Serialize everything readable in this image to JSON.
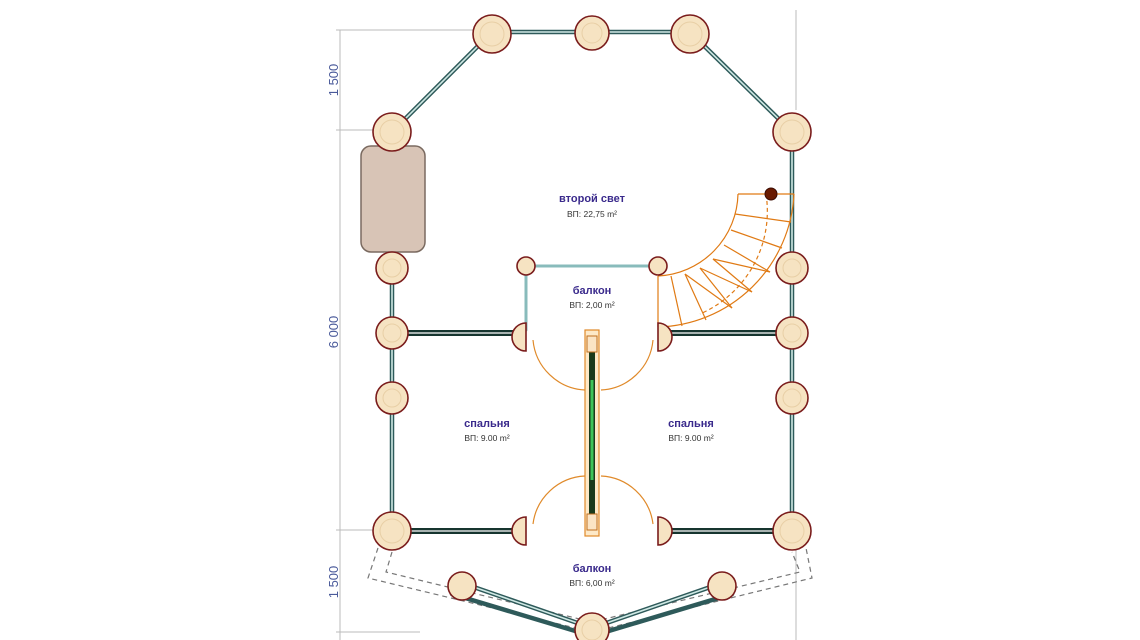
{
  "rooms": {
    "second_light": {
      "name": "второй свет",
      "area": "ВП: 22,75 m²"
    },
    "balcony_inner": {
      "name": "балкон",
      "area": "ВП: 2,00 m²"
    },
    "bedroom_left": {
      "name": "спальня",
      "area": "ВП: 9.00 m²"
    },
    "bedroom_right": {
      "name": "спальня",
      "area": "ВП: 9.00 m²"
    },
    "balcony_front": {
      "name": "балкон",
      "area": "ВП: 6,00 m²"
    }
  },
  "dimensions": {
    "top": "1 500",
    "middle": "6 000",
    "bottom": "1 500"
  },
  "colors": {
    "log_fill": "#f6e3c2",
    "log_stroke": "#7a1c1c",
    "wall": "#2e5a5a",
    "stair": "#e07a14",
    "room_label": "#3a2a8c",
    "fireplace": "#d8c4b6"
  }
}
